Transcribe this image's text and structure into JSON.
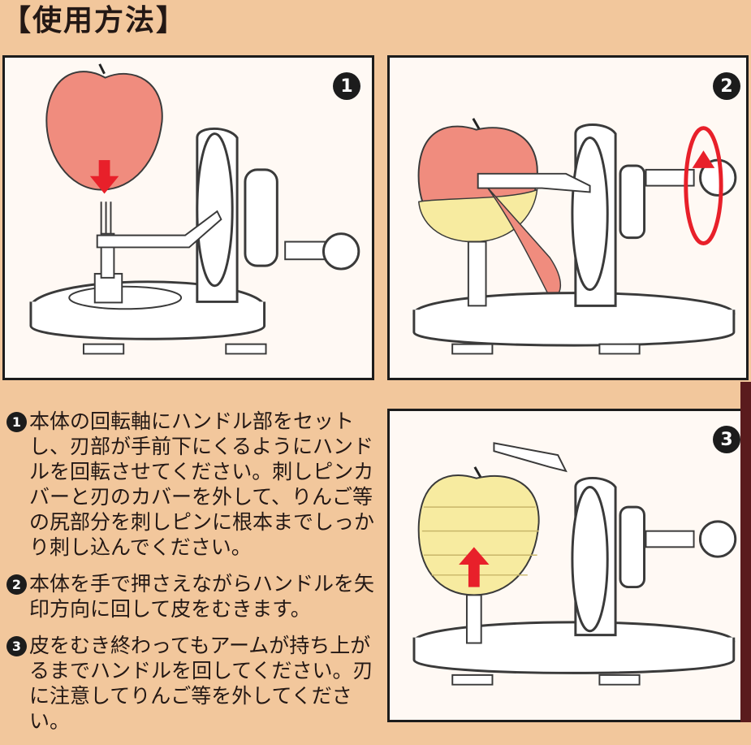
{
  "page": {
    "heading": "【使用方法】"
  },
  "panels": [
    {
      "badge": "1"
    },
    {
      "badge": "2"
    },
    {
      "badge": "3"
    }
  ],
  "instructions": [
    {
      "marker": "1",
      "text": "本体の回転軸にハンドル部をセットし、刃部が手前下にくるようにハンドルを回転させてください。刺しピンカバーと刃のカバーを外して、りんご等の尻部分を刺しピンに根本までしっかり刺し込んでください。"
    },
    {
      "marker": "2",
      "text": "本体を手で押さえながらハンドルを矢印方向に回して皮をむきます。"
    },
    {
      "marker": "3",
      "text": "皮をむき終わってもアームが持ち上がるまでハンドルを回してください。刃に注意してりんご等を外してください。"
    }
  ],
  "colors": {
    "background": "#f2c79c",
    "panel": "#fff9f4",
    "apple_red": "#f08c7e",
    "apple_peeled": "#f7eba0",
    "arrow_red": "#e8202a",
    "line": "#3a3a3a"
  },
  "icons": {
    "arrow": "red-arrow-icon",
    "rotation": "rotation-arrow-icon"
  }
}
